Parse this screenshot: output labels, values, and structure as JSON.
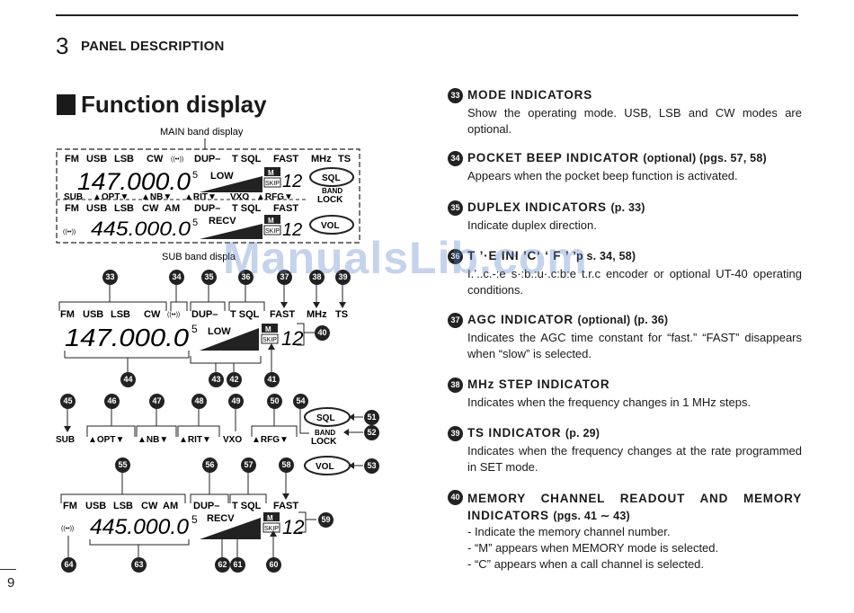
{
  "header": {
    "section_number": "3",
    "section_title": "PANEL DESCRIPTION",
    "page_number": "9"
  },
  "main_title": "Function display",
  "watermark": "ManualsLib.com",
  "figure": {
    "main_caption": "MAIN band display",
    "sub_caption": "SUB band displa",
    "lcd": {
      "modes_main": [
        "FM",
        "USB",
        "LSB",
        "CW"
      ],
      "modes_sub": [
        "FM",
        "USB",
        "LSB",
        "CW",
        "AM"
      ],
      "beep": "((••))",
      "dup": "DUP–",
      "tsql": "T SQL",
      "fast": "FAST",
      "mhz": "MHz",
      "ts": "TS",
      "freq_main": "147.000.0",
      "freq_sub": "445.000.0",
      "five": "5",
      "low": "LOW",
      "recv": "RECV",
      "m": "M",
      "skip": "SKIP",
      "ch": "12",
      "sub": "SUB",
      "opt": "▲OPT▼",
      "nb": "▲NB▼",
      "rit": "▲RIT▼",
      "vxo": "VXO",
      "rfg": "▲RFG▼",
      "sql": "SQL",
      "band": "BAND",
      "lock": "LOCK",
      "vol": "VOL"
    },
    "callouts": {
      "c33": "33",
      "c34": "34",
      "c35": "35",
      "c36": "36",
      "c37": "37",
      "c38": "38",
      "c39": "39",
      "c40": "40",
      "c41": "41",
      "c42": "42",
      "c43": "43",
      "c44": "44",
      "c45": "45",
      "c46": "46",
      "c47": "47",
      "c48": "48",
      "c49": "49",
      "c50": "50",
      "c51": "51",
      "c52": "52",
      "c53": "53",
      "c54": "54",
      "c55": "55",
      "c56": "56",
      "c57": "57",
      "c58": "58",
      "c59": "59",
      "c60": "60",
      "c61": "61",
      "c62": "62",
      "c63": "63",
      "c64": "64"
    }
  },
  "indicators": [
    {
      "num": "33",
      "title": "MODE INDICATORS",
      "ref": "",
      "lines": [
        "Show the operating mode. USB, LSB and CW modes are optional."
      ]
    },
    {
      "num": "34",
      "title": "POCKET BEEP INDICATOR",
      "ref": "(optional) (pgs. 57, 58)",
      "lines": [
        "Appears when the pocket beep function is activated."
      ]
    },
    {
      "num": "35",
      "title": "DUPLEX INDICATORS",
      "ref": "(p. 33)",
      "lines": [
        "Indicate duplex direction."
      ]
    },
    {
      "num": "36",
      "title": "T ’·E INI ’C‘ ‘ F ’",
      "ref": "’p s. 34, 58)",
      "lines": [
        "I.’..c.-:e s·:b.:u·.c:b:e t.r.c encoder or optional UT-40 operating conditions."
      ]
    },
    {
      "num": "37",
      "title": "AGC INDICATOR",
      "ref": "(optional) (p. 36)",
      "lines": [
        "Indicates the AGC time constant for “fast.” “FAST” disappears when “slow” is selected."
      ]
    },
    {
      "num": "38",
      "title": "MHz STEP INDICATOR",
      "ref": "",
      "lines": [
        "Indicates when the frequency changes in 1 MHz steps."
      ]
    },
    {
      "num": "39",
      "title": "TS INDICATOR",
      "ref": "(p. 29)",
      "lines": [
        "Indicates when the frequency changes at the rate programmed in SET mode."
      ]
    },
    {
      "num": "40",
      "title": "MEMORY CHANNEL READOUT AND MEMORY INDICATORS",
      "ref": "(pgs. 41 ∼ 43)",
      "lines": [
        "- Indicate the memory channel number.",
        "- “M” appears when MEMORY mode is selected.",
        "- “C” appears when a call channel is selected."
      ]
    }
  ]
}
